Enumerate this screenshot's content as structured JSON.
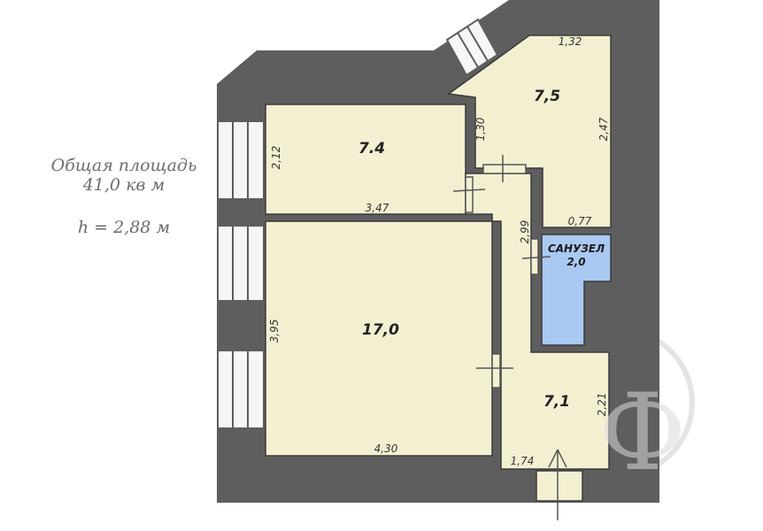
{
  "summary": {
    "total_label": "Общая площадь",
    "total_value": "41,0 кв м",
    "height": "h = 2,88 м"
  },
  "rooms": {
    "bedroom": {
      "area": "7.4",
      "dim_side": "2,12",
      "dim_bottom": "3,47"
    },
    "kitchen": {
      "area": "7,5",
      "dim_top": "1,32",
      "dim_left": "1,30",
      "dim_right": "2,47",
      "dim_bottom": "0,77"
    },
    "living": {
      "area": "17,0",
      "dim_side": "3,95",
      "dim_bottom": "4,30"
    },
    "bathroom": {
      "name": "САНУЗЕЛ",
      "area": "2,0"
    },
    "hall": {
      "area": "7,1",
      "dim_side": "2,21",
      "dim_bottom": "1,74",
      "dim_corridor": "2,99"
    }
  },
  "colors": {
    "walls": "#5e5e5e",
    "floor": "#f3f0d2",
    "bathroom": "#a9c9f2",
    "outline": "#3a3a3a",
    "watermark": "#cfcfcf"
  }
}
